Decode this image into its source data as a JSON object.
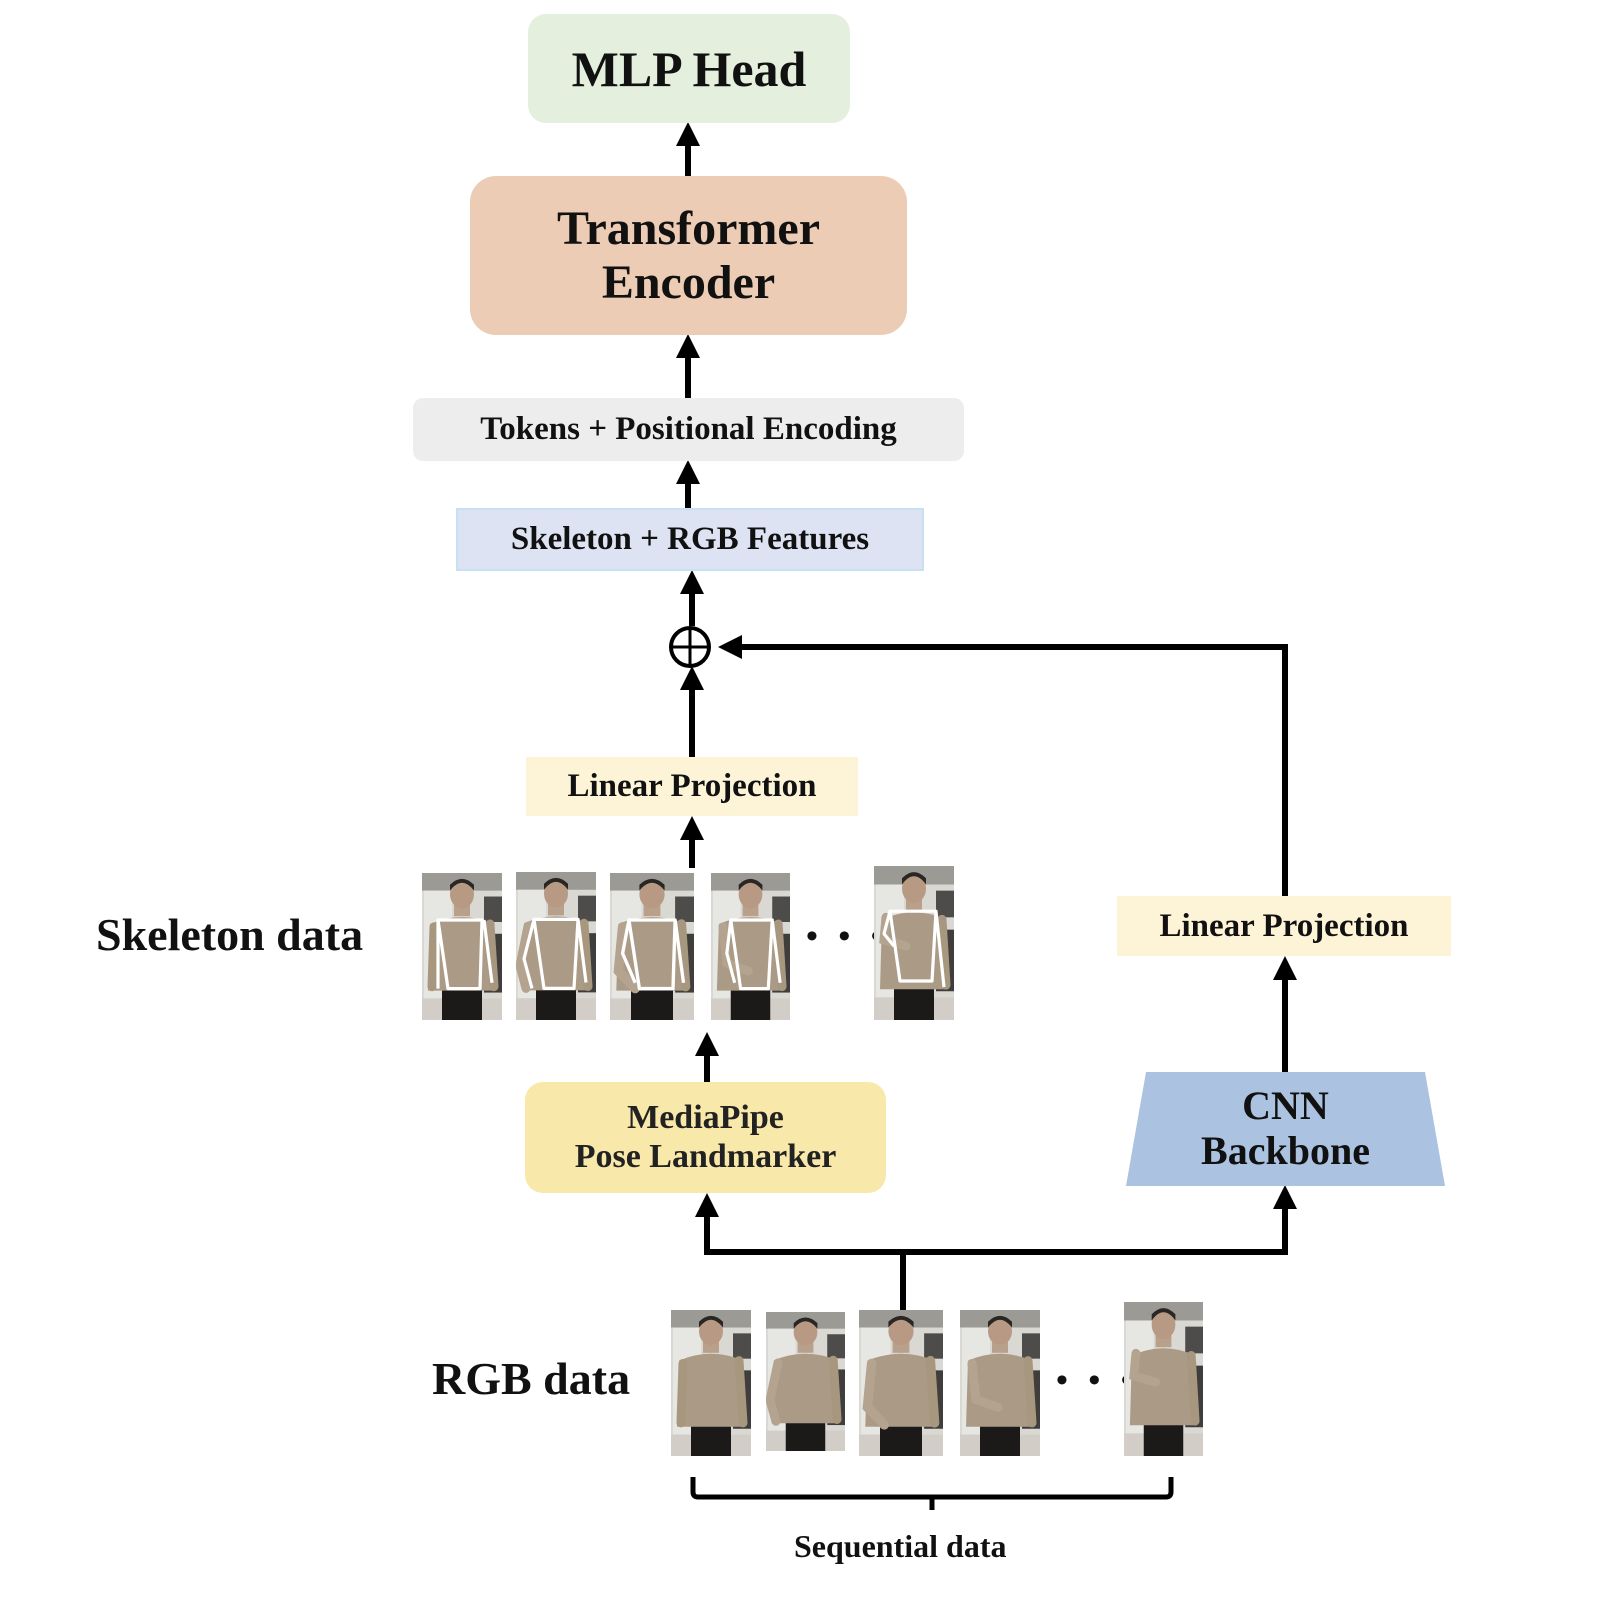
{
  "figure": {
    "nodes": {
      "mlp_head": "MLP Head",
      "transformer_encoder": [
        "Transformer",
        "Encoder"
      ],
      "tokens_positional_encoding": "Tokens + Positional Encoding",
      "skeleton_rgb_features": "Skeleton + RGB Features",
      "fusion_operator": "⊕",
      "linear_projection_skeleton": "Linear Projection",
      "linear_projection_rgb": "Linear Projection",
      "mediapipe_pose_landmarker": [
        "MediaPipe",
        "Pose Landmarker"
      ],
      "cnn_backbone": [
        "CNN",
        "Backbone"
      ]
    },
    "row_labels": {
      "skeleton": "Skeleton data",
      "rgb": "RGB data"
    },
    "ellipsis": "• • •",
    "bracket_label": "Sequential data",
    "frames": {
      "skeleton_count_shown": 5,
      "rgb_count_shown": 5
    },
    "colors": {
      "mlp_head": "#e4f0dd",
      "transformer_encoder": "#ecccb4",
      "tokens_positional_encoding": "#ededed",
      "skeleton_rgb_features": "#dde3f2",
      "linear_projection": "#fdf4d8",
      "mediapipe": "#f8e8a9",
      "cnn_backbone": "#abc2e0",
      "arrow": "#000000"
    },
    "edges": [
      {
        "from": "RGB data",
        "to": "MediaPipe Pose Landmarker"
      },
      {
        "from": "RGB data",
        "to": "CNN Backbone"
      },
      {
        "from": "MediaPipe Pose Landmarker",
        "to": "Skeleton data"
      },
      {
        "from": "Skeleton data",
        "to": "Linear Projection (skeleton)"
      },
      {
        "from": "CNN Backbone",
        "to": "Linear Projection (rgb)"
      },
      {
        "from": "Linear Projection (skeleton)",
        "to": "⊕"
      },
      {
        "from": "Linear Projection (rgb)",
        "to": "⊕"
      },
      {
        "from": "⊕",
        "to": "Skeleton + RGB Features"
      },
      {
        "from": "Skeleton + RGB Features",
        "to": "Tokens + Positional Encoding"
      },
      {
        "from": "Tokens + Positional Encoding",
        "to": "Transformer Encoder"
      },
      {
        "from": "Transformer Encoder",
        "to": "MLP Head"
      }
    ]
  }
}
